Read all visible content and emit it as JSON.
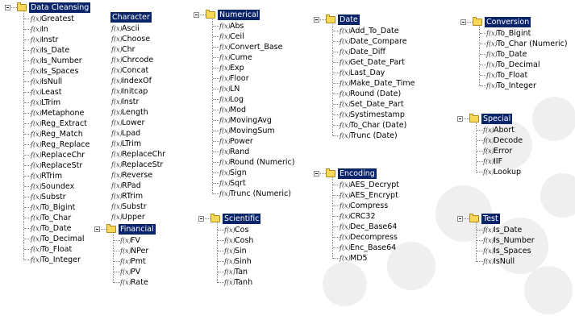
{
  "groups": {
    "data_cleansing": {
      "title": "Data Cleansing",
      "items": [
        "Greatest",
        "In",
        "Instr",
        "Is_Date",
        "Is_Number",
        "Is_Spaces",
        "IsNull",
        "Least",
        "LTrim",
        "Metaphone",
        "Reg_Extract",
        "Reg_Match",
        "Reg_Replace",
        "ReplaceChr",
        "ReplaceStr",
        "RTrim",
        "Soundex",
        "Substr",
        "To_Bigint",
        "To_Char",
        "To_Date",
        "To_Decimal",
        "To_Float",
        "To_Integer"
      ]
    },
    "character": {
      "title": "Character",
      "items": [
        "Ascii",
        "Choose",
        "Chr",
        "Chrcode",
        "Concat",
        "IndexOf",
        "Initcap",
        "Instr",
        "Length",
        "Lower",
        "Lpad",
        "LTrim",
        "ReplaceChr",
        "ReplaceStr",
        "Reverse",
        "RPad",
        "RTrim",
        "Substr",
        "Upper"
      ]
    },
    "financial": {
      "title": "Financial",
      "items": [
        "FV",
        "NPer",
        "Pmt",
        "PV",
        "Rate"
      ]
    },
    "numerical": {
      "title": "Numerical",
      "items": [
        "Abs",
        "Ceil",
        "Convert_Base",
        "Cume",
        "Exp",
        "Floor",
        "LN",
        "Log",
        "Mod",
        "MovingAvg",
        "MovingSum",
        "Power",
        "Rand",
        "Round (Numeric)",
        "Sign",
        "Sqrt",
        "Trunc (Numeric)"
      ]
    },
    "scientific": {
      "title": "Scientific",
      "items": [
        "Cos",
        "Cosh",
        "Sin",
        "Sinh",
        "Tan",
        "Tanh"
      ]
    },
    "date": {
      "title": "Date",
      "items": [
        "Add_To_Date",
        "Date_Compare",
        "Date_Diff",
        "Get_Date_Part",
        "Last_Day",
        "Make_Date_Time",
        "Round (Date)",
        "Set_Date_Part",
        "Systimestamp",
        "To_Char (Date)",
        "Trunc (Date)"
      ]
    },
    "encoding": {
      "title": "Encoding",
      "items": [
        "AES_Decrypt",
        "AES_Encrypt",
        "Compress",
        "CRC32",
        "Dec_Base64",
        "Decompress",
        "Enc_Base64",
        "MD5"
      ]
    },
    "conversion": {
      "title": "Conversion",
      "items": [
        "To_Bigint",
        "To_Char (Numeric)",
        "To_Date",
        "To_Decimal",
        "To_Float",
        "To_Integer"
      ]
    },
    "special": {
      "title": "Special",
      "items": [
        "Abort",
        "Decode",
        "Error",
        "IIF",
        "Lookup"
      ]
    },
    "test": {
      "title": "Test",
      "items": [
        "Is_Date",
        "Is_Number",
        "Is_Spaces",
        "IsNull"
      ]
    }
  },
  "function_glyph": "f(x)",
  "colors": {
    "selected_bg": "#0a246a",
    "selected_text": "#ffffff",
    "folder": "#f7d857"
  }
}
